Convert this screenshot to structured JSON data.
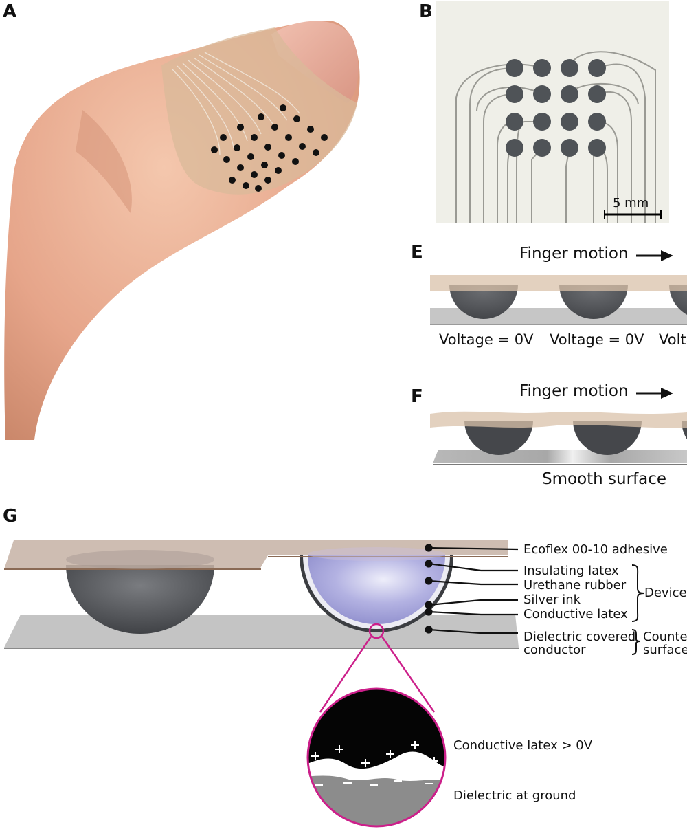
{
  "panels": {
    "a": "A",
    "b": "B",
    "e": "E",
    "f": "F",
    "g": "G"
  },
  "panel_b": {
    "scale_bar_label": "5 mm"
  },
  "panel_e": {
    "motion_label": "Finger motion",
    "voltage_labels": [
      "Voltage = 0V",
      "Voltage = 0V",
      "Volta"
    ]
  },
  "panel_f": {
    "motion_label": "Finger motion",
    "surface_label": "Smooth surface"
  },
  "panel_g": {
    "layer_labels": {
      "adhesive": "Ecoflex 00-10 adhesive",
      "insulating": "Insulating latex",
      "urethane": "Urethane rubber",
      "silver": "Silver ink",
      "conductive": "Conductive latex",
      "dielectric_line1": "Dielectric covered",
      "dielectric_line2": "conductor"
    },
    "group_labels": {
      "device": "Device",
      "counter_line1": "Counte",
      "counter_line2": "surface"
    },
    "zoom_labels": {
      "top": "Conductive latex > 0V",
      "bottom": "Dielectric at ground"
    }
  },
  "colors": {
    "electrode_dark": "#4a4c50",
    "tape_skin": "#cdb49e",
    "substrate_gray": "#c4c4c4",
    "urethane_purple": "#a7a6dc",
    "zoom_magenta": "#cc1f8a"
  }
}
